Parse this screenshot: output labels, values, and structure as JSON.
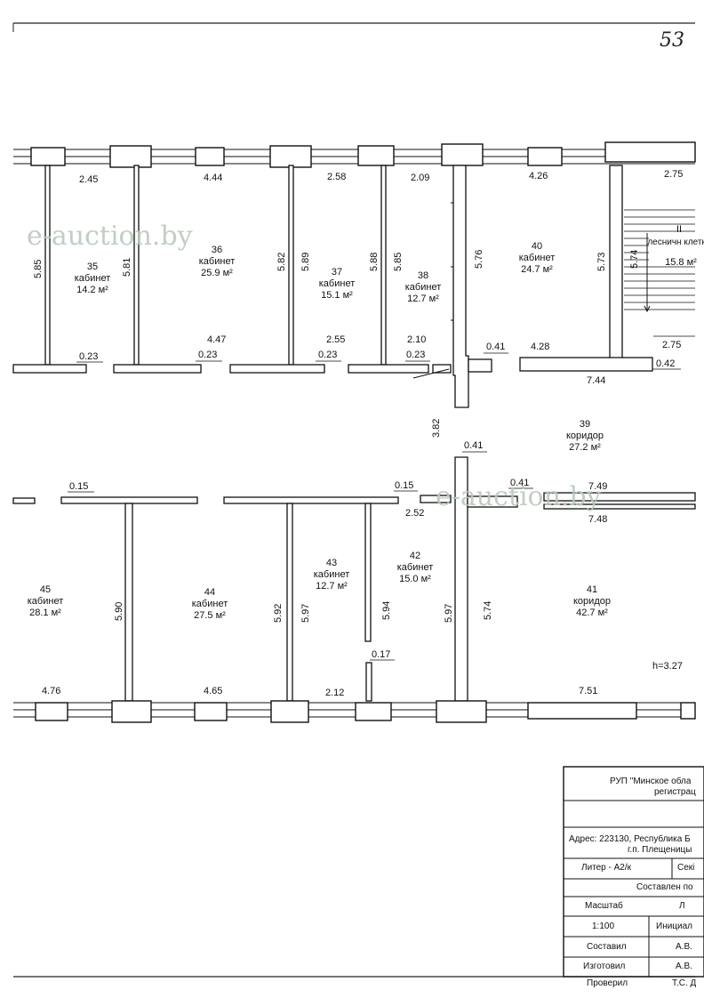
{
  "page_number": "53",
  "rooms": [
    {
      "number": "35",
      "name": "кабинет",
      "area": "14.2 м²"
    },
    {
      "number": "36",
      "name": "кабинет",
      "area": "25.9 м²"
    },
    {
      "number": "37",
      "name": "кабинет",
      "area": "15.1 м²"
    },
    {
      "number": "38",
      "name": "кабинет",
      "area": "12.7 м²"
    },
    {
      "number": "40",
      "name": "кабинет",
      "area": "24.7 м²"
    },
    {
      "number": "II",
      "name": "лесничн клетка",
      "area": "15.8 м²"
    },
    {
      "number": "39",
      "name": "коридор",
      "area": "27.2 м²"
    },
    {
      "number": "45",
      "name": "кабинет",
      "area": "28.1 м²"
    },
    {
      "number": "44",
      "name": "кабинет",
      "area": "27.5 м²"
    },
    {
      "number": "43",
      "name": "кабинет",
      "area": "12.7 м²"
    },
    {
      "number": "42",
      "name": "кабинет",
      "area": "15.0 м²"
    },
    {
      "number": "41",
      "name": "коридор",
      "area": "42.7 м²"
    }
  ],
  "dimensions": {
    "top_widths": [
      "2.45",
      "4.44",
      "2.58",
      "2.09",
      "4.26",
      "2.75"
    ],
    "top_depths": [
      "5.85",
      "5.81",
      "5.82",
      "5.89",
      "5.88",
      "5.85",
      "5.76",
      "5.73",
      "5.74"
    ],
    "top_inner": [
      "4.47",
      "2.55",
      "2.10",
      "4.28",
      "2.75",
      "7.44"
    ],
    "top_thickness": [
      "0.23",
      "0.23",
      "0.23",
      "0.23",
      "0.41",
      "0.42"
    ],
    "corridor": [
      "3.82",
      "0.41"
    ],
    "mid": [
      "0.15",
      "0.15",
      "0.41",
      "2.52",
      "7.49",
      "7.48"
    ],
    "bottom_depths": [
      "5.90",
      "5.92",
      "5.97",
      "5.94",
      "5.97",
      "5.74"
    ],
    "bottom_widths": [
      "4.76",
      "4.65",
      "2.12",
      "7.51"
    ],
    "bottom_misc": [
      "0.17"
    ],
    "height": "h=3.27"
  },
  "watermark": "e-auction.by",
  "title_block": {
    "org": "РУП \"Минское обла",
    "org2": "регистрац",
    "address1": "Адрес: 223130, Республика Б",
    "address2": "г.п. Плещеницы",
    "liter": "Литер - А2/к",
    "section": "Секі",
    "compiled_by_header": "Составлен по",
    "scale_label": "Масштаб",
    "sheet_label": "Л",
    "scale_value": "1:100",
    "initials_label": "Инициал",
    "compiled_label": "Составил",
    "compiled_name": "А.В.",
    "made_label": "Изготовил",
    "made_name": "А.В.",
    "checked_label": "Проверил",
    "checked_name": "Т.С. Д"
  }
}
